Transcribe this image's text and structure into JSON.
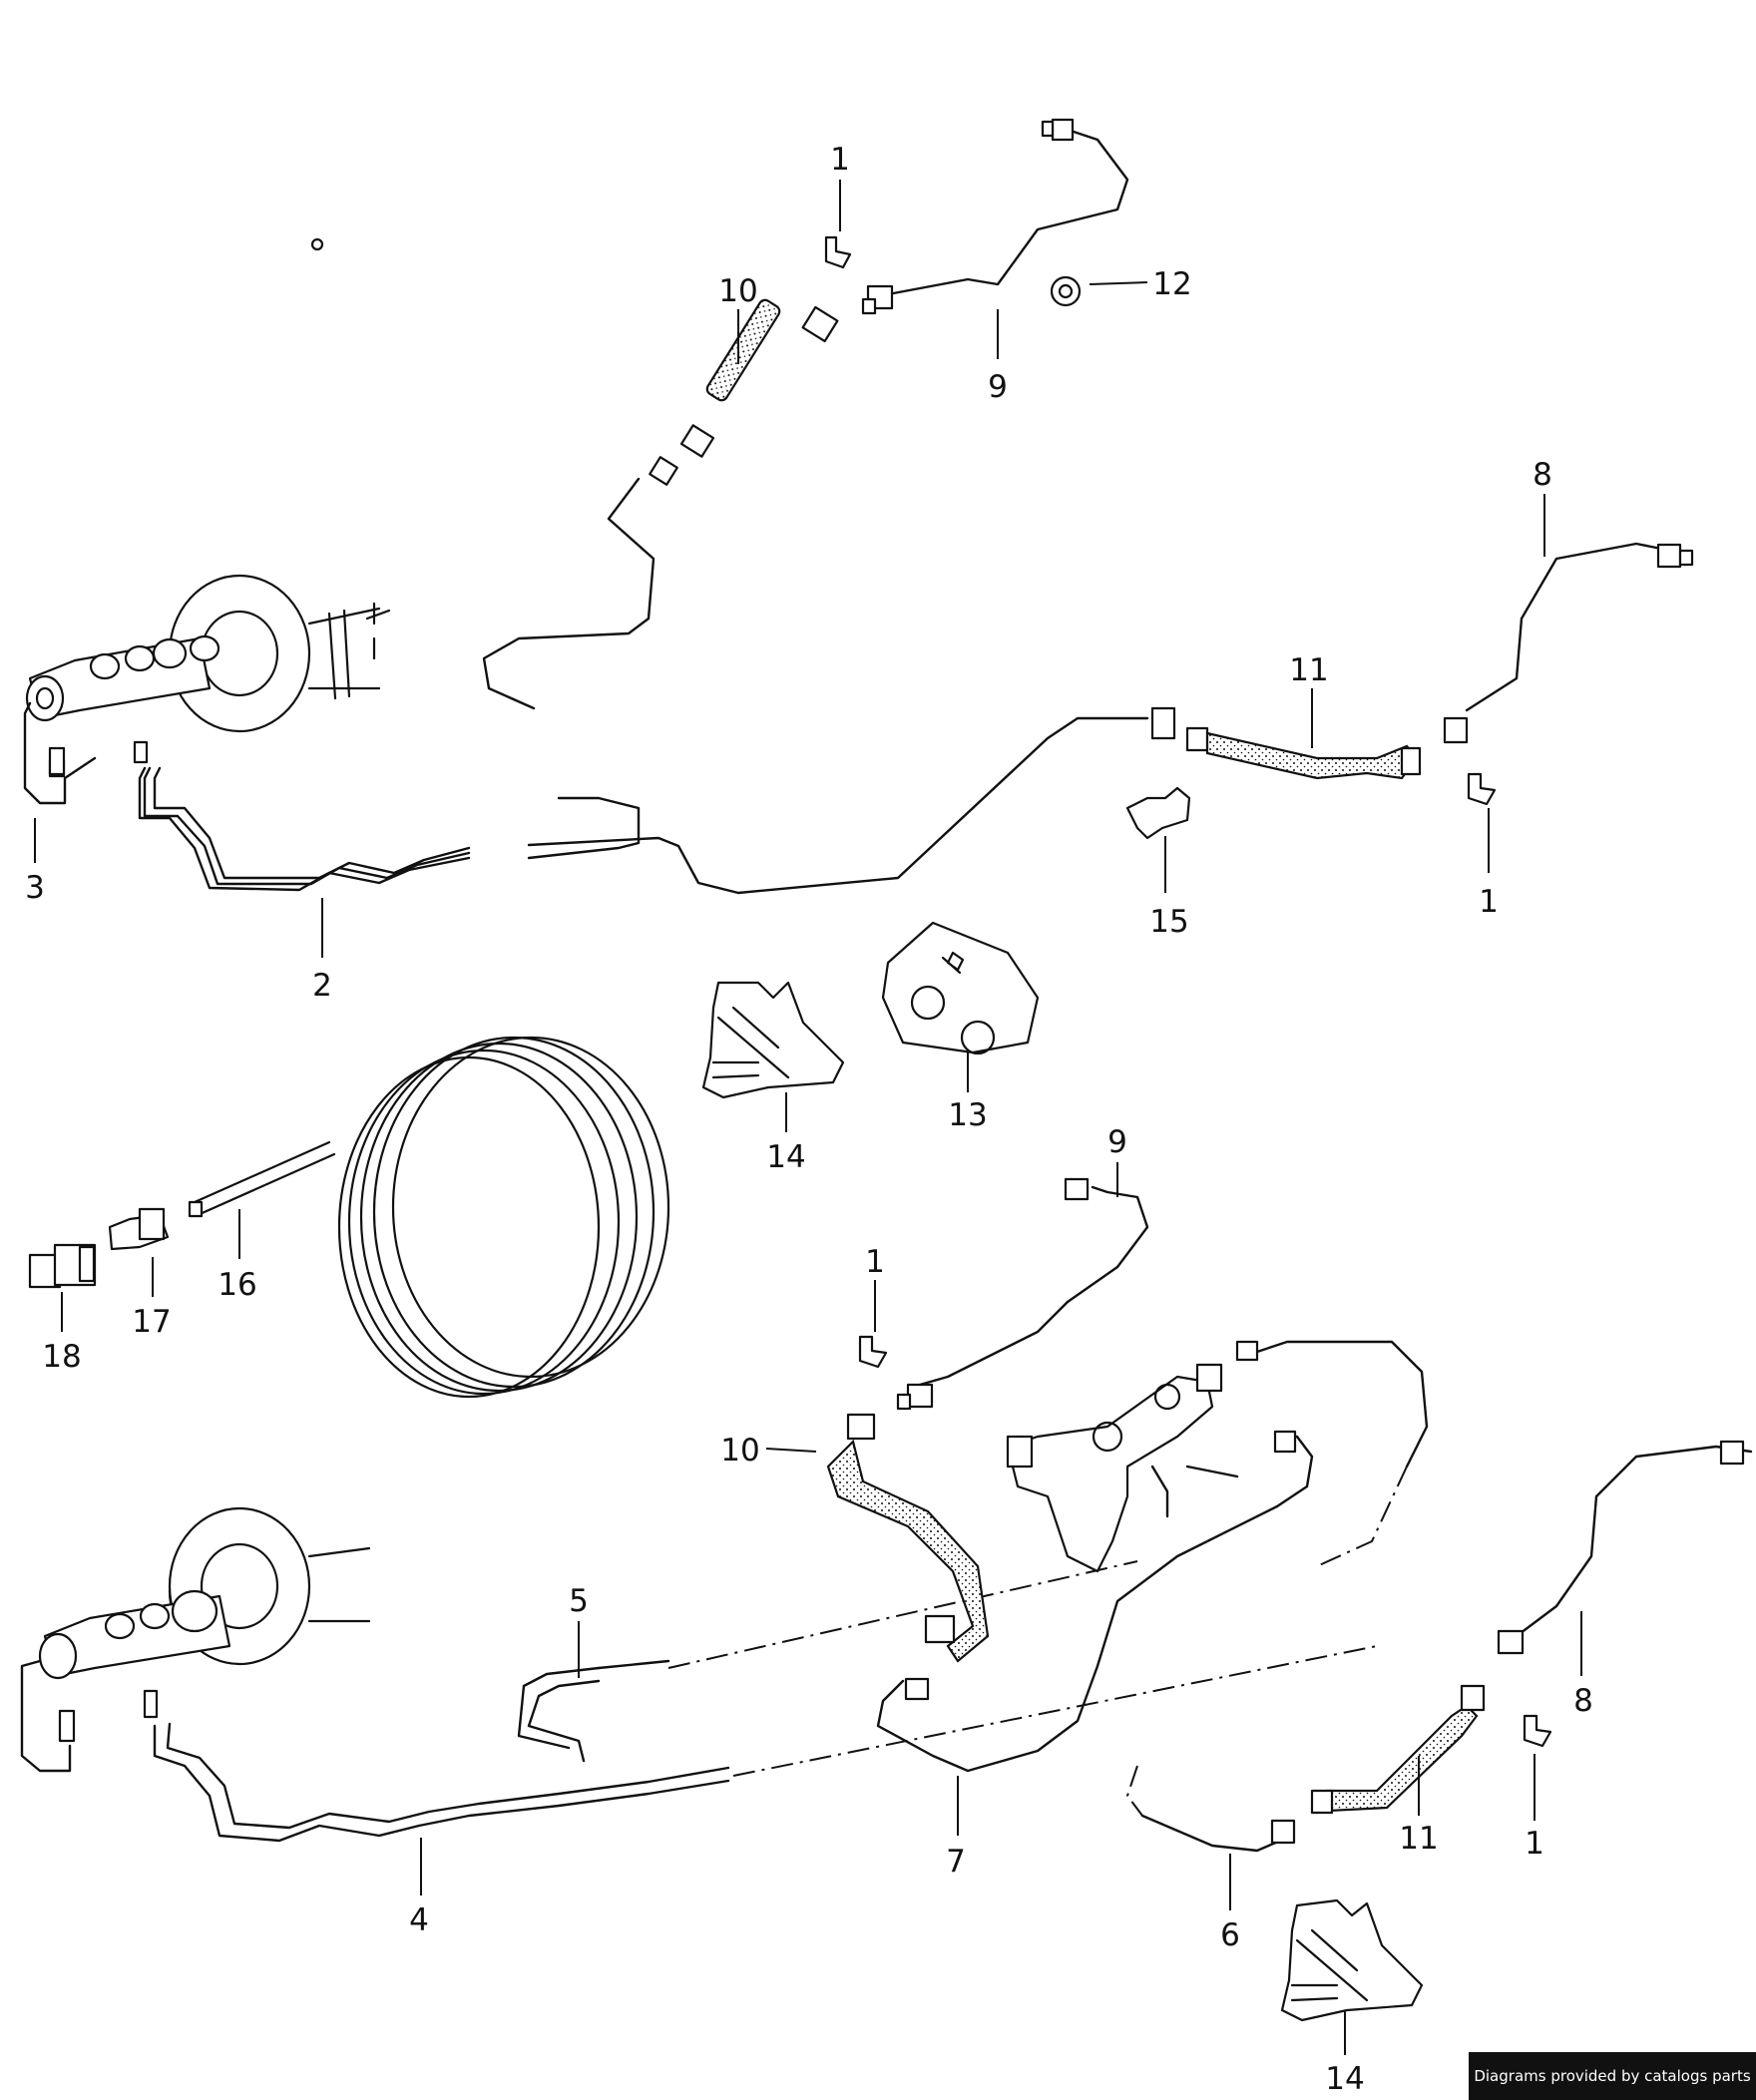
{
  "callouts": {
    "upper": [
      "1",
      "10",
      "9",
      "12",
      "8",
      "11",
      "1",
      "3",
      "2",
      "15"
    ],
    "middle": [
      "14",
      "13",
      "16",
      "17",
      "18"
    ],
    "lower": [
      "9",
      "1",
      "10",
      "5",
      "8",
      "11",
      "1",
      "4",
      "7",
      "6",
      "14"
    ]
  },
  "credit": "Diagrams provided by catalogs parts",
  "colors": {
    "line": "#111111",
    "background": "#ffffff",
    "credit_bg": "#111111",
    "credit_text": "#ffffff"
  }
}
